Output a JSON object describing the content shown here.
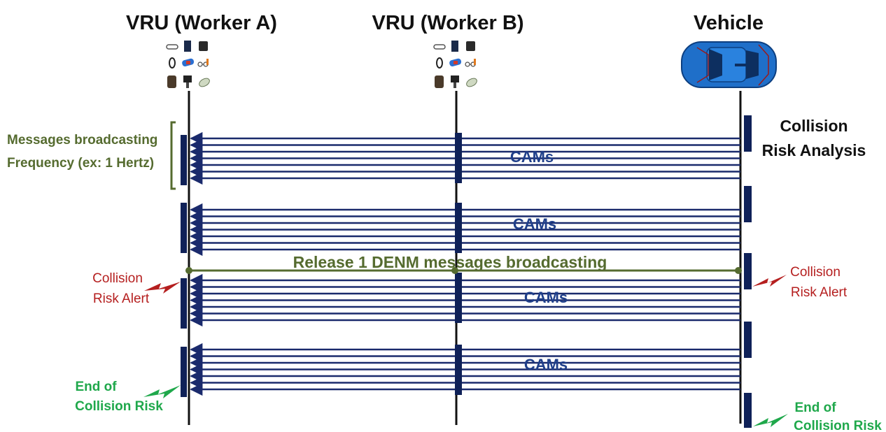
{
  "actors": {
    "worker_a": "VRU (Worker A)",
    "worker_b": "VRU (Worker B)",
    "vehicle": "Vehicle"
  },
  "messages": {
    "cams_label": "CAMs",
    "denm_label": "Release 1 DENM messages broadcasting"
  },
  "annotations": {
    "frequency_line1": "Messages broadcasting",
    "frequency_line2": "Frequency (ex: 1 Hertz)",
    "analysis_line1": "Collision",
    "analysis_line2": "Risk Analysis",
    "alert_left_line1": "Collision",
    "alert_left_line2": "Risk Alert",
    "alert_right_line1": "Collision",
    "alert_right_line2": "Risk Alert",
    "end_left_line1": "End of",
    "end_left_line2": "Collision Risk",
    "end_right_line1": "End of",
    "end_right_line2": "Collision Risk"
  },
  "colors": {
    "cam_arrow": "#1a2a6c",
    "activation_bar": "#0f2158",
    "denm": "#556b2f",
    "alert_red": "#b51f1f",
    "end_green": "#1fa84b",
    "vehicle_body": "#1f6fc9"
  },
  "icons": [
    "smart-watch-icon",
    "phone-icon",
    "tablet-icon",
    "ring-icon",
    "wristband-icon",
    "glasses-icon",
    "backpack-icon",
    "camera-icon",
    "sensor-icon"
  ]
}
